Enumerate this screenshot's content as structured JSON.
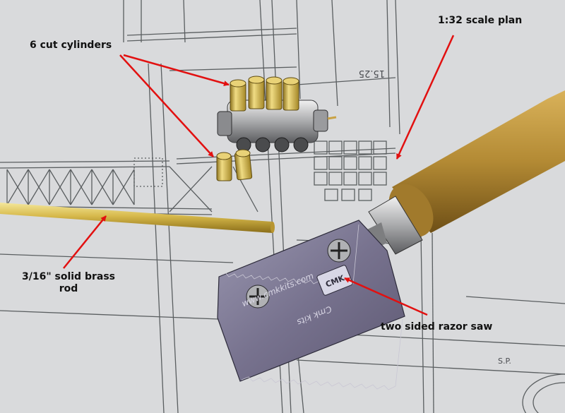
{
  "labels": {
    "cylinders": "6 cut cylinders",
    "scale_plan": "1:32 scale plan",
    "brass_rod_line1": "3/16\" solid brass",
    "brass_rod_line2": "rod",
    "razor_saw": "two sided razor saw"
  },
  "blade_text": {
    "url": "www.cmkkits.com",
    "brand": "Cmk kits"
  },
  "plan_handwriting": {
    "number": "15.25",
    "initials": "S.P."
  },
  "colors": {
    "paper": "#d9dadc",
    "plan_lines": "#5a5e60",
    "brass": "#d8c060",
    "handle": "#b8923c",
    "blade": "#7a7690",
    "arrows": "#e21010"
  }
}
